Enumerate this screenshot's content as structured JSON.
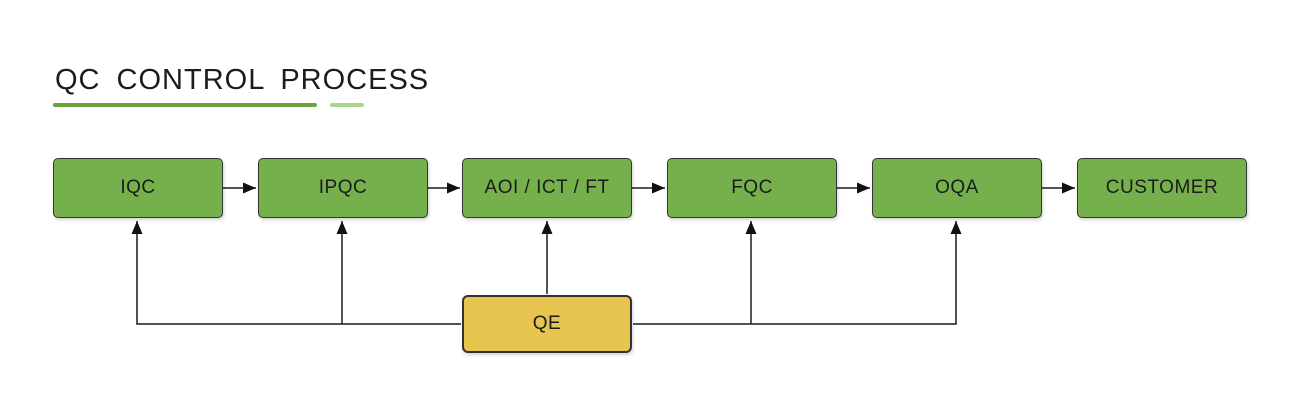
{
  "header": {
    "title": "QC CONTROL PROCESS"
  },
  "flow": {
    "nodes": [
      {
        "id": "iqc",
        "label": "IQC"
      },
      {
        "id": "ipqc",
        "label": "IPQC"
      },
      {
        "id": "aoi-ict-ft",
        "label": "AOI / ICT / FT"
      },
      {
        "id": "fqc",
        "label": "FQC"
      },
      {
        "id": "oqa",
        "label": "OQA"
      },
      {
        "id": "customer",
        "label": "CUSTOMER"
      }
    ],
    "qe": {
      "id": "qe",
      "label": "QE"
    },
    "forward_edges": [
      [
        "IQC",
        "IPQC"
      ],
      [
        "IPQC",
        "AOI / ICT / FT"
      ],
      [
        "AOI / ICT / FT",
        "FQC"
      ],
      [
        "FQC",
        "OQA"
      ],
      [
        "OQA",
        "CUSTOMER"
      ]
    ],
    "feedback_edges": [
      [
        "QE",
        "IQC"
      ],
      [
        "QE",
        "IPQC"
      ],
      [
        "QE",
        "AOI / ICT / FT"
      ],
      [
        "QE",
        "FQC"
      ],
      [
        "QE",
        "OQA"
      ]
    ]
  },
  "colors": {
    "node_fill": "#76B04D",
    "node_border": "#353535",
    "qe_fill": "#E8C54E",
    "qe_border": "#333333",
    "connector": "#1A1A1A",
    "underline_primary": "#68A43B",
    "underline_secondary": "#A9D489",
    "title_text": "#1C1C1C",
    "background": "#FFFFFF"
  }
}
